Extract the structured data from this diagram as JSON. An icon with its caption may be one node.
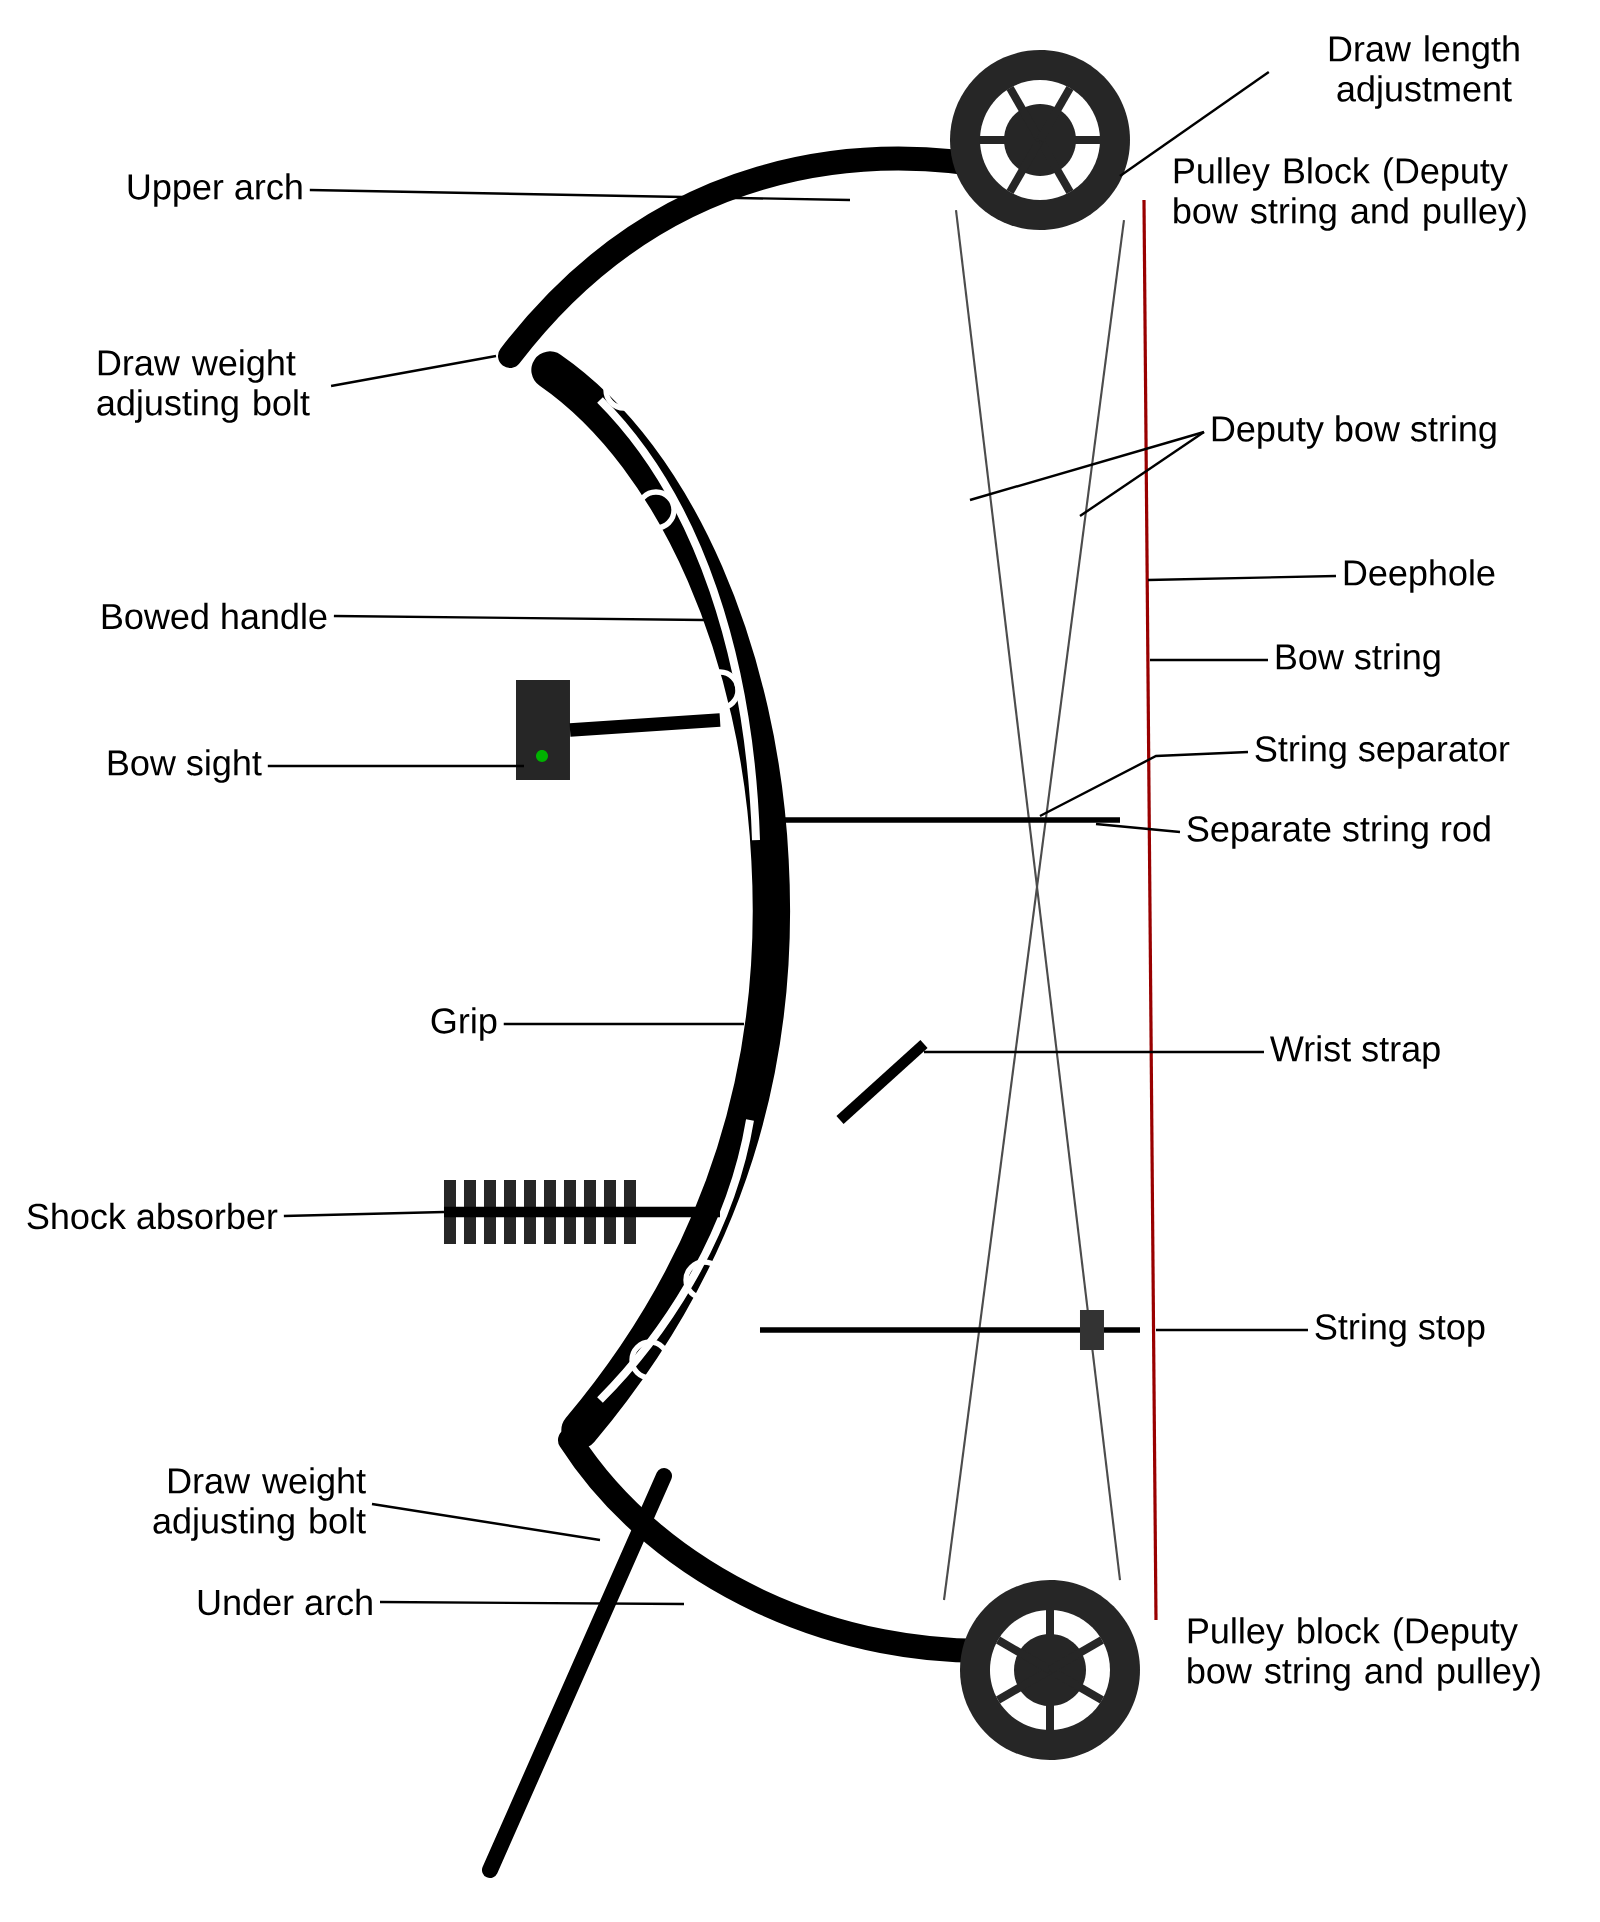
{
  "diagram": {
    "nodes": [
      {
        "text": [
          "Draw length adjustment"
        ]
      },
      {
        "text": [
          "Upper arch"
        ]
      },
      {
        "text": [
          "Draw weight adjusting bolt"
        ]
      },
      {
        "text": [
          "Deputy bow string"
        ]
      },
      {
        "text": [
          "Deephole"
        ]
      },
      {
        "text": [
          "Bowed handle"
        ]
      },
      {
        "text": [
          "Bow string"
        ]
      },
      {
        "text": [
          "Bow sight"
        ]
      },
      {
        "text": [
          "String separator"
        ]
      },
      {
        "text": [
          "Separate string rod"
        ]
      },
      {
        "text": [
          "Grip"
        ]
      },
      {
        "text": [
          "Wrist strap"
        ]
      },
      {
        "text": [
          "Shock absorber"
        ]
      },
      {
        "text": [
          "String stop"
        ]
      },
      {
        "text": [
          "Draw weight adjusting bolt"
        ]
      },
      {
        "text": [
          "Under arch"
        ]
      }
    ],
    "edges": [
      {
        "from": 0,
        "to": null,
        "arrow": "none"
      },
      {
        "from": 1,
        "to": null,
        "arrow": "none"
      },
      {
        "from": 2,
        "to": null,
        "arrow": "none"
      },
      {
        "from": 3,
        "to": null,
        "arrow": "none"
      },
      {
        "from": 3,
        "to": null,
        "arrow": "none"
      },
      {
        "from": 4,
        "to": null,
        "arrow": "none"
      },
      {
        "from": 5,
        "to": null,
        "arrow": "none"
      },
      {
        "from": 6,
        "to": null,
        "arrow": "none"
      },
      {
        "from": 7,
        "to": null,
        "arrow": "none"
      },
      {
        "from": 8,
        "to": null,
        "arrow": "none"
      },
      {
        "from": 9,
        "to": null,
        "arrow": "none"
      },
      {
        "from": 10,
        "to": null,
        "arrow": "none"
      },
      {
        "from": 11,
        "to": null,
        "arrow": "none"
      },
      {
        "from": 12,
        "to": null,
        "arrow": "none"
      },
      {
        "from": 13,
        "to": null,
        "arrow": "none"
      },
      {
        "from": 14,
        "to": null,
        "arrow": "none"
      },
      {
        "from": 15,
        "to": null,
        "arrow": "none"
      }
    ],
    "labels": [
      "Pulley Block (Deputy bow string and pulley)",
      "Pulley block (Deputy bow string and pulley)"
    ]
  }
}
